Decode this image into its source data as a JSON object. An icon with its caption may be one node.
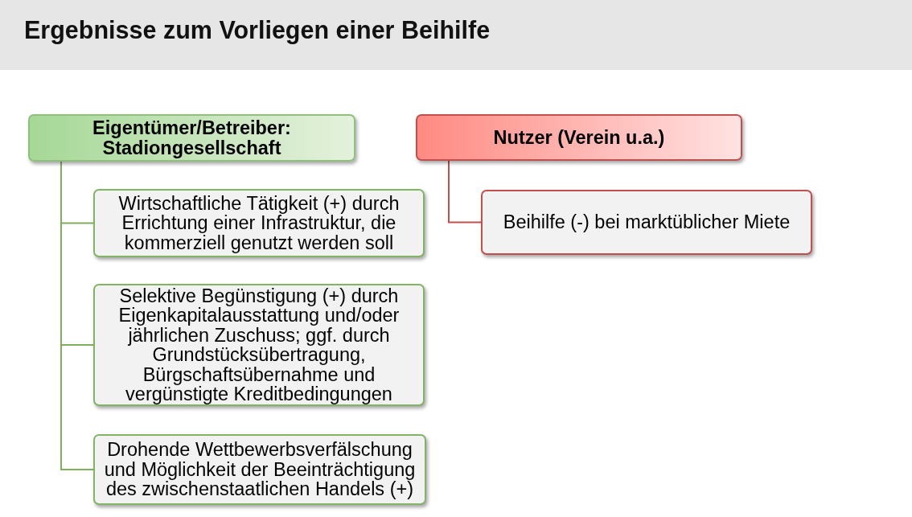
{
  "diagram": {
    "title": "Ergebnisse zum Vorliegen einer Beihilfe",
    "nodes": [
      {
        "text": [
          "Eigentümer/Betreiber: Stadiongesellschaft"
        ]
      },
      {
        "text": [
          "Nutzer (Verein u.a.)"
        ]
      },
      {
        "text": [
          "Wirtschaftliche Tätigkeit (+) durch Errichtung einer Infrastruktur, die kommerziell genutzt werden soll"
        ]
      },
      {
        "text": [
          "Selektive Begünstigung (+) durch Eigenkapitalausstattung und/oder jährlichen Zuschuss; ggf. durch Grundstücksübertragung, Bürgschaftsübernahme und vergünstigte Kreditbedingungen"
        ]
      },
      {
        "text": [
          "Drohende Wettbewerbsverfälschung und Möglichkeit der Beeinträchtigung des zwischenstaatlichen Handels (+)"
        ]
      },
      {
        "text": [
          "Beihilfe (-) bei marktüblicher Miete"
        ]
      }
    ],
    "edges": [
      {
        "from": 0,
        "to": 2,
        "arrow": "none"
      },
      {
        "from": 0,
        "to": 3,
        "arrow": "none"
      },
      {
        "from": 0,
        "to": 4,
        "arrow": "none"
      },
      {
        "from": 1,
        "to": 5,
        "arrow": "none",
        "color": "#c0504d"
      }
    ]
  }
}
